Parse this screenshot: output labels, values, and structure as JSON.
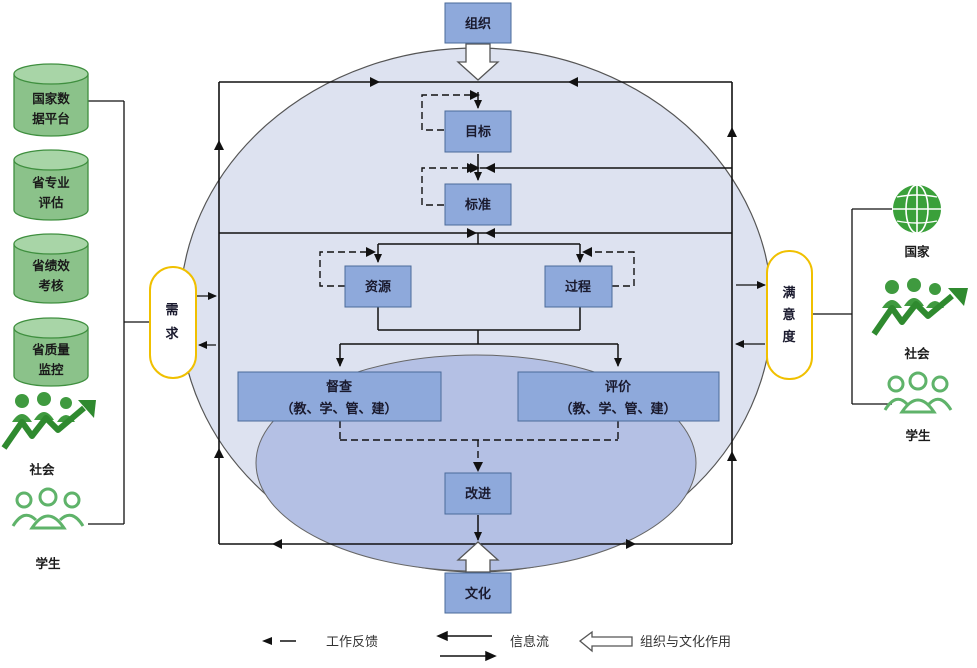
{
  "colors": {
    "box_fill": "#8ea9db",
    "box_stroke": "#4a6a9a",
    "outer_circle": "#dce1ef",
    "inner_ellipse": "#b3bfe3",
    "cylinder": "#8bc28a",
    "cylinder_stroke": "#3f8f3f",
    "capsule_stroke": "#f0c000",
    "green": "#4caf50"
  },
  "center": {
    "org": "组织",
    "goal": "目标",
    "standard": "标准",
    "resource": "资源",
    "process": "过程",
    "supervise_1": "督查",
    "supervise_2": "（教、学、管、建）",
    "evaluate_1": "评价",
    "evaluate_2": "（教、学、管、建）",
    "improve": "改进",
    "culture": "文化"
  },
  "left": {
    "sources": [
      {
        "line1": "国家数",
        "line2": "据平台"
      },
      {
        "line1": "省专业",
        "line2": "评估"
      },
      {
        "line1": "省绩效",
        "line2": "考核"
      },
      {
        "line1": "省质量",
        "line2": "监控"
      }
    ],
    "society": "社会",
    "student": "学生",
    "demand_1": "需",
    "demand_2": "求"
  },
  "right": {
    "satisfaction_1": "满",
    "satisfaction_2": "意",
    "satisfaction_3": "度",
    "nation": "国家",
    "society": "社会",
    "student": "学生"
  },
  "legend": {
    "feedback": "工作反馈",
    "info_flow": "信息流",
    "org_culture": "组织与文化作用"
  },
  "icons": [
    "database-cylinder-icon",
    "society-growth-icon",
    "students-group-icon",
    "globe-icon"
  ]
}
